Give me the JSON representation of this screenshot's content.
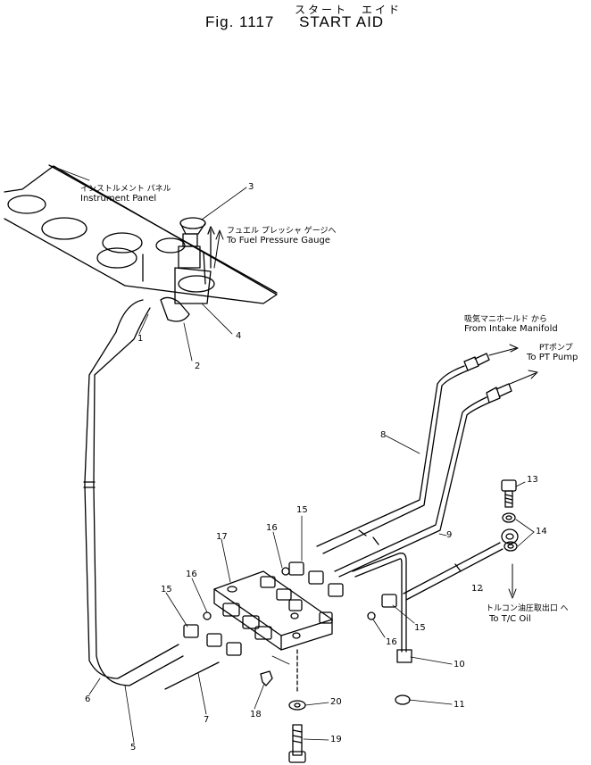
{
  "title": {
    "japanese": "スタート　エイド",
    "figure": "Fig. 1117",
    "english": "START AID"
  },
  "callouts": {
    "instrument_panel": {
      "jp": "インストルメント パネル",
      "en": "Instrument Panel"
    },
    "fuel_gauge": {
      "jp": "フュエル プレッシャ ゲージへ",
      "en": "To Fuel Pressure Gauge"
    },
    "intake": {
      "jp": "吸気マニホールド から",
      "en": "From Intake Manifold"
    },
    "pt_pump": {
      "jp": "PTポンプ",
      "en": "To PT Pump"
    },
    "tc_oil": {
      "jp": "トルコン油圧取出口 へ",
      "en": "To T/C Oil"
    }
  },
  "part_numbers": {
    "p1": "1",
    "p2": "2",
    "p3": "3",
    "p4": "4",
    "p5": "5",
    "p6": "6",
    "p7": "7",
    "p8": "8",
    "p9": "9",
    "p10": "10",
    "p11": "11",
    "p12": "12",
    "p13": "13",
    "p14": "14",
    "p15a": "15",
    "p15b": "15",
    "p15c": "15",
    "p16a": "16",
    "p16b": "16",
    "p16c": "16",
    "p17": "17",
    "p18": "18",
    "p19": "19",
    "p20": "20"
  }
}
